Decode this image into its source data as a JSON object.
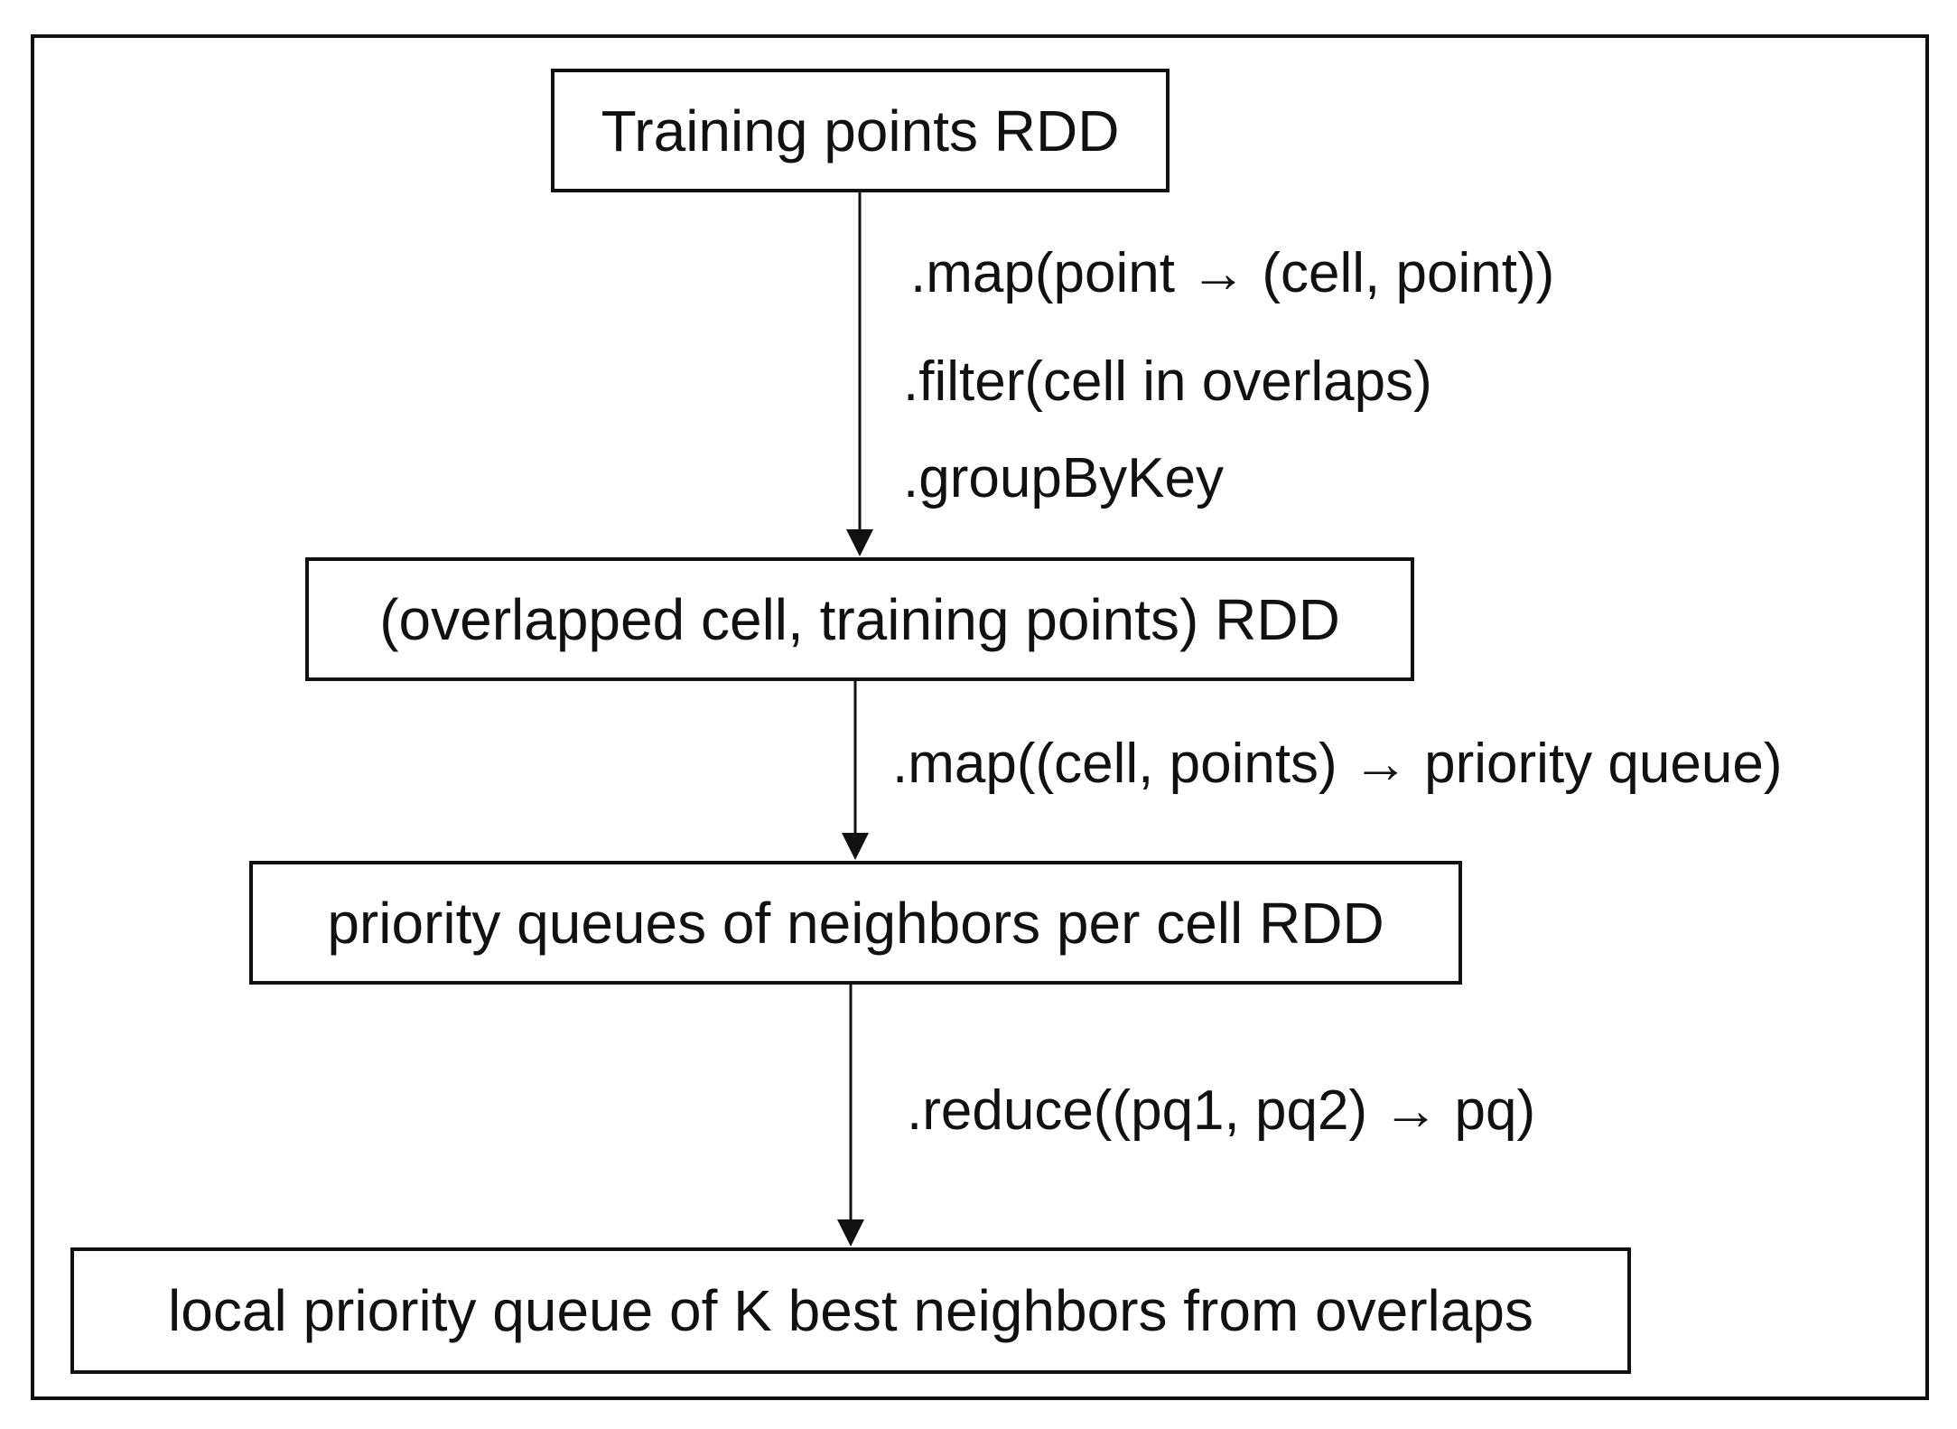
{
  "nodes": {
    "training_points": "Training points RDD",
    "overlapped_cell": "(overlapped cell, training points) RDD",
    "priority_queues": "priority queues of neighbors per cell RDD",
    "local_priority_queue": "local priority queue of K best neighbors from overlaps"
  },
  "operations": {
    "map_point": ".map(point → (cell, point))",
    "filter_cell": ".filter(cell in overlaps)",
    "group_by_key": ".groupByKey",
    "map_cell_points": ".map((cell, points) → priority queue)",
    "reduce_pq": ".reduce((pq1, pq2) → pq)"
  }
}
